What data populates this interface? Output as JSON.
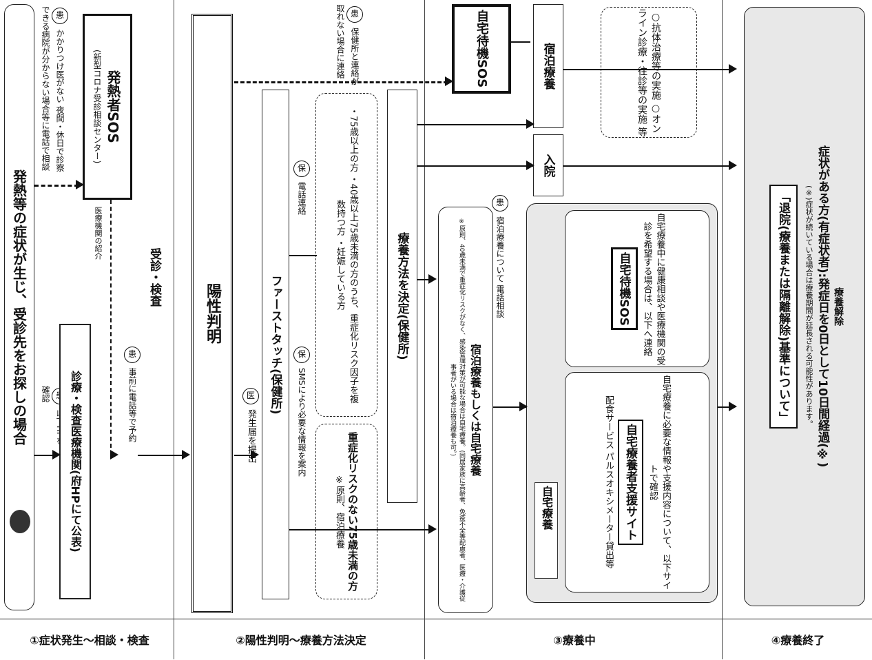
{
  "stages": [
    {
      "label": "①症状発生〜相談・検査"
    },
    {
      "label": "②陽性判明〜療養方法決定"
    },
    {
      "label": "③療養中"
    },
    {
      "label": "④療養終了"
    }
  ],
  "stage1": {
    "header": "発熱等の症状が生じ、受診先をお探しの場合",
    "badge": "患",
    "hp_check": "以下HPを確認",
    "clinic_box": "診療・検査医療機関(府HPにて公表)",
    "no_doctor": "かかりつけ医がない 夜間・休日で診察できる病院が分からない場合等に電話で相談",
    "sos_title": "発熱者SOS",
    "sos_sub": "(新型コロナ受診相談センター)",
    "referral": "医療機関の紹介",
    "reserve": "事前に電話等で予約",
    "exam": "受診・検査"
  },
  "stage2": {
    "positive": "陽性判明",
    "badge_doc": "医",
    "report": "発生届を提出",
    "first_touch": "ファーストタッチ(保健所)",
    "badge_hoken": "保",
    "sms": "SMSにより必要な情報を案内",
    "phone": "電話連絡",
    "low_risk": "重症化リスクのない75歳未満の方",
    "low_risk_note": "※原則、宿泊療養",
    "high_risk": "・75歳以上の方 ・40歳以上75歳未満の方のうち、重症化リスク因子を複数持つ方 ・妊娠している方",
    "decide": "療養方法を決定(保健所)",
    "hotel_or_home": "宿泊療養もしくは自宅療養",
    "hotel_or_home_note": "※原則、40歳未満で重症化リスクがなく、感染管理対策が可能な場合は自宅療養。(同居家族に高齢者、免疫不全等配慮者、医療・介護従事者がいる場合は宿泊療養も可。)",
    "badge_kan": "患",
    "hotel_phone": "宿泊療養について 電話相談",
    "hoken_unreachable": "保健所と連絡が取れない場合に連絡"
  },
  "stage3": {
    "home_label": "自宅療養",
    "home_info": "自宅療養に必要な情報や支援内容について、以下サイトで確認",
    "support_site": "自宅療養者支援サイト",
    "services": "配食サービス パルスオキシメーター貸出等",
    "health_consult": "自宅療養中に健康相談や医療機関の受診を希望する場合は、以下へ連絡",
    "sos_home": "自宅待機SOS",
    "sos_top": "自宅待機SOS",
    "hotel": "宿泊療養",
    "hospital": "入院",
    "treatment": "○抗体治療等の実施 ○オンライン診療・往診等の実施 等"
  },
  "stage4": {
    "release": "療養解除",
    "release_detail": "症状がある方(有症状者):発症日を0日として10日間経過(※)",
    "release_note": "(※)症状が続いている場合は療養期間が延長される可能性があります。",
    "guide": "「退院(療養または隔離解除)基準について」"
  }
}
